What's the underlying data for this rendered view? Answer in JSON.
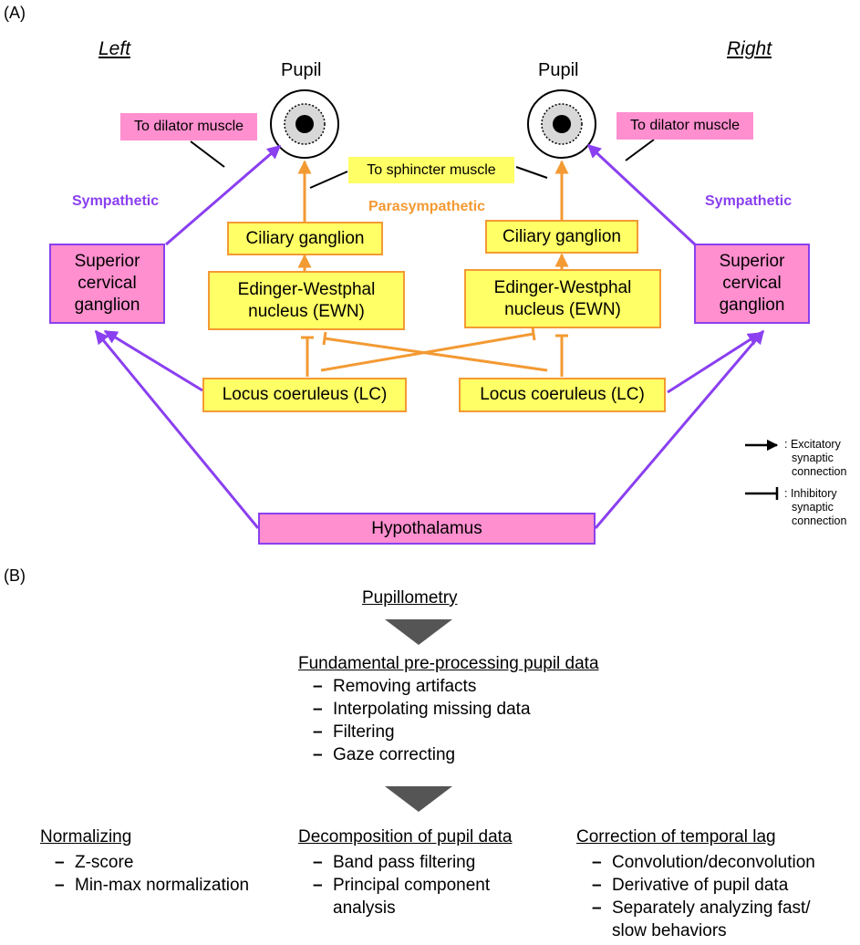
{
  "panel_a": {
    "label": "(A)",
    "side_left": "Left",
    "side_right": "Right",
    "pupil_left": "Pupil",
    "pupil_right": "Pupil",
    "to_dilator_left": "To dilator muscle",
    "to_dilator_right": "To dilator muscle",
    "to_sphincter": "To sphincter muscle",
    "sympathetic_left": "Sympathetic",
    "sympathetic_right": "Sympathetic",
    "parasympathetic": "Parasympathetic",
    "ciliary_left": "Ciliary ganglion",
    "ciliary_right": "Ciliary ganglion",
    "ewn_left_line1": "Edinger-Westphal",
    "ewn_left_line2": "nucleus (EWN)",
    "ewn_right_line1": "Edinger-Westphal",
    "ewn_right_line2": "nucleus (EWN)",
    "scg_left_line1": "Superior",
    "scg_left_line2": "cervical",
    "scg_left_line3": "ganglion",
    "scg_right_line1": "Superior",
    "scg_right_line2": "cervical",
    "scg_right_line3": "ganglion",
    "lc_left": "Locus coeruleus (LC)",
    "lc_right": "Locus coeruleus (LC)",
    "hypothalamus": "Hypothalamus",
    "legend": {
      "excitatory": [
        ": Excitatory",
        "synaptic",
        "connection"
      ],
      "inhibitory": [
        ": Inhibitory",
        "synaptic",
        "connection"
      ]
    },
    "colors": {
      "sympathetic": "#8a3ff0",
      "parasympathetic": "#f39a33",
      "pink_fill": "#ff8fcf",
      "yellow_fill": "#ffff66"
    }
  },
  "panel_b": {
    "label": "(B)",
    "pupillometry": "Pupillometry",
    "fundamental": {
      "title": "Fundamental pre-processing pupil data",
      "items": [
        "Removing artifacts",
        "Interpolating missing data",
        "Filtering",
        "Gaze correcting"
      ]
    },
    "normalizing": {
      "title": "Normalizing",
      "items": [
        "Z-score",
        "Min-max normalization"
      ]
    },
    "decomposition": {
      "title": "Decomposition of pupil data",
      "items": [
        "Band pass filtering",
        "Principal component",
        "analysis"
      ]
    },
    "correction": {
      "title": "Correction of temporal lag",
      "items": [
        "Convolution/deconvolution",
        "Derivative of pupil data",
        "Separately analyzing fast/",
        "slow behaviors"
      ]
    }
  }
}
